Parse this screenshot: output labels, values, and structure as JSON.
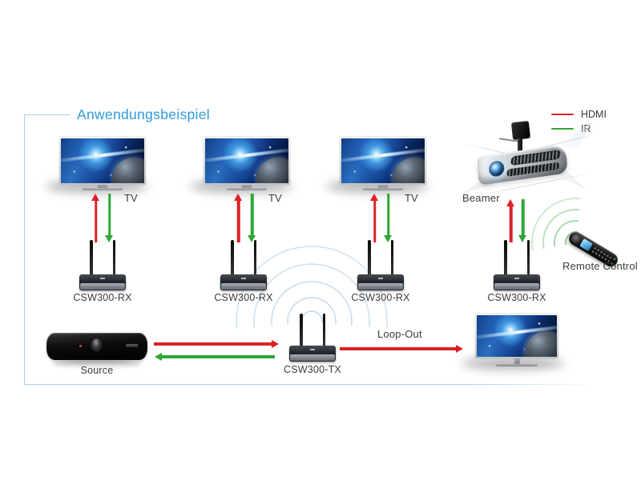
{
  "title": "Anwendungsbeispiel",
  "legend": {
    "items": [
      {
        "id": "hdmi",
        "label": "HDMI",
        "color": "#dc2127"
      },
      {
        "id": "ir",
        "label": "IR",
        "color": "#2da634"
      }
    ]
  },
  "devices": {
    "tvs": [
      {
        "label": "TV"
      },
      {
        "label": "TV"
      },
      {
        "label": "TV"
      }
    ],
    "receivers": [
      {
        "label": "CSW300-RX"
      },
      {
        "label": "CSW300-RX"
      },
      {
        "label": "CSW300-RX"
      },
      {
        "label": "CSW300-RX"
      }
    ],
    "transmitter": {
      "label": "CSW300-TX"
    },
    "source": {
      "label": "Source"
    },
    "beamer": {
      "label": "Beamer"
    },
    "remote": {
      "label": "Remote Control"
    }
  },
  "connections": {
    "loop_out_label": "Loop-Out"
  },
  "colors": {
    "title": "#2f9bd8",
    "frame": "#a9d2e8",
    "hdmi_red": "#dc2127",
    "ir_green": "#2da634",
    "wifi_arc_blue": "#bcd4ea",
    "ir_arc_green": "#8fcd8f",
    "label_gray": "#3b3b3b"
  }
}
